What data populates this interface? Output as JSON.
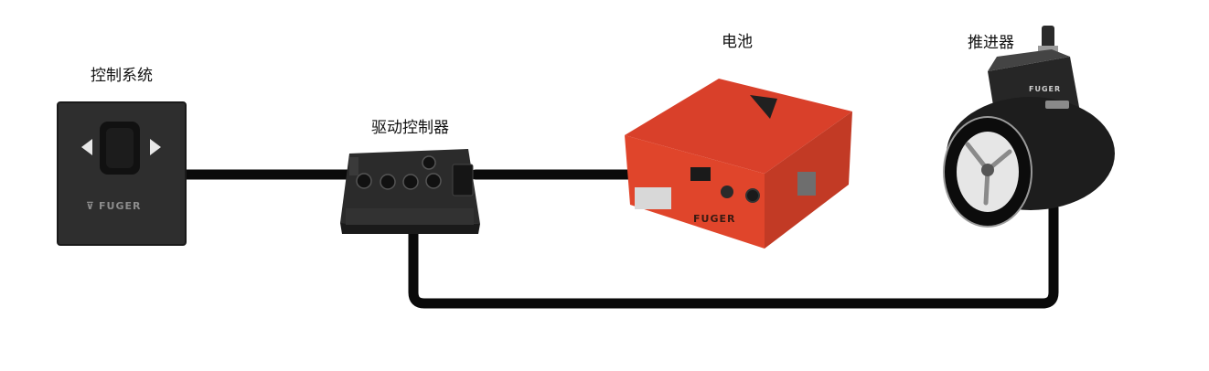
{
  "labels": {
    "control_system": "控制系统",
    "motor_controller": "驱动控制器",
    "battery": "电池",
    "thruster": "推进器"
  },
  "brand": {
    "name": "FUGER"
  },
  "colors": {
    "cable": "#0a0a0a",
    "battery_body": "#e0452b",
    "battery_top": "#d9402a",
    "control_panel": "#2e2e2e",
    "controller_body": "#2b2b2b",
    "thruster_body": "#1d1d1d"
  }
}
